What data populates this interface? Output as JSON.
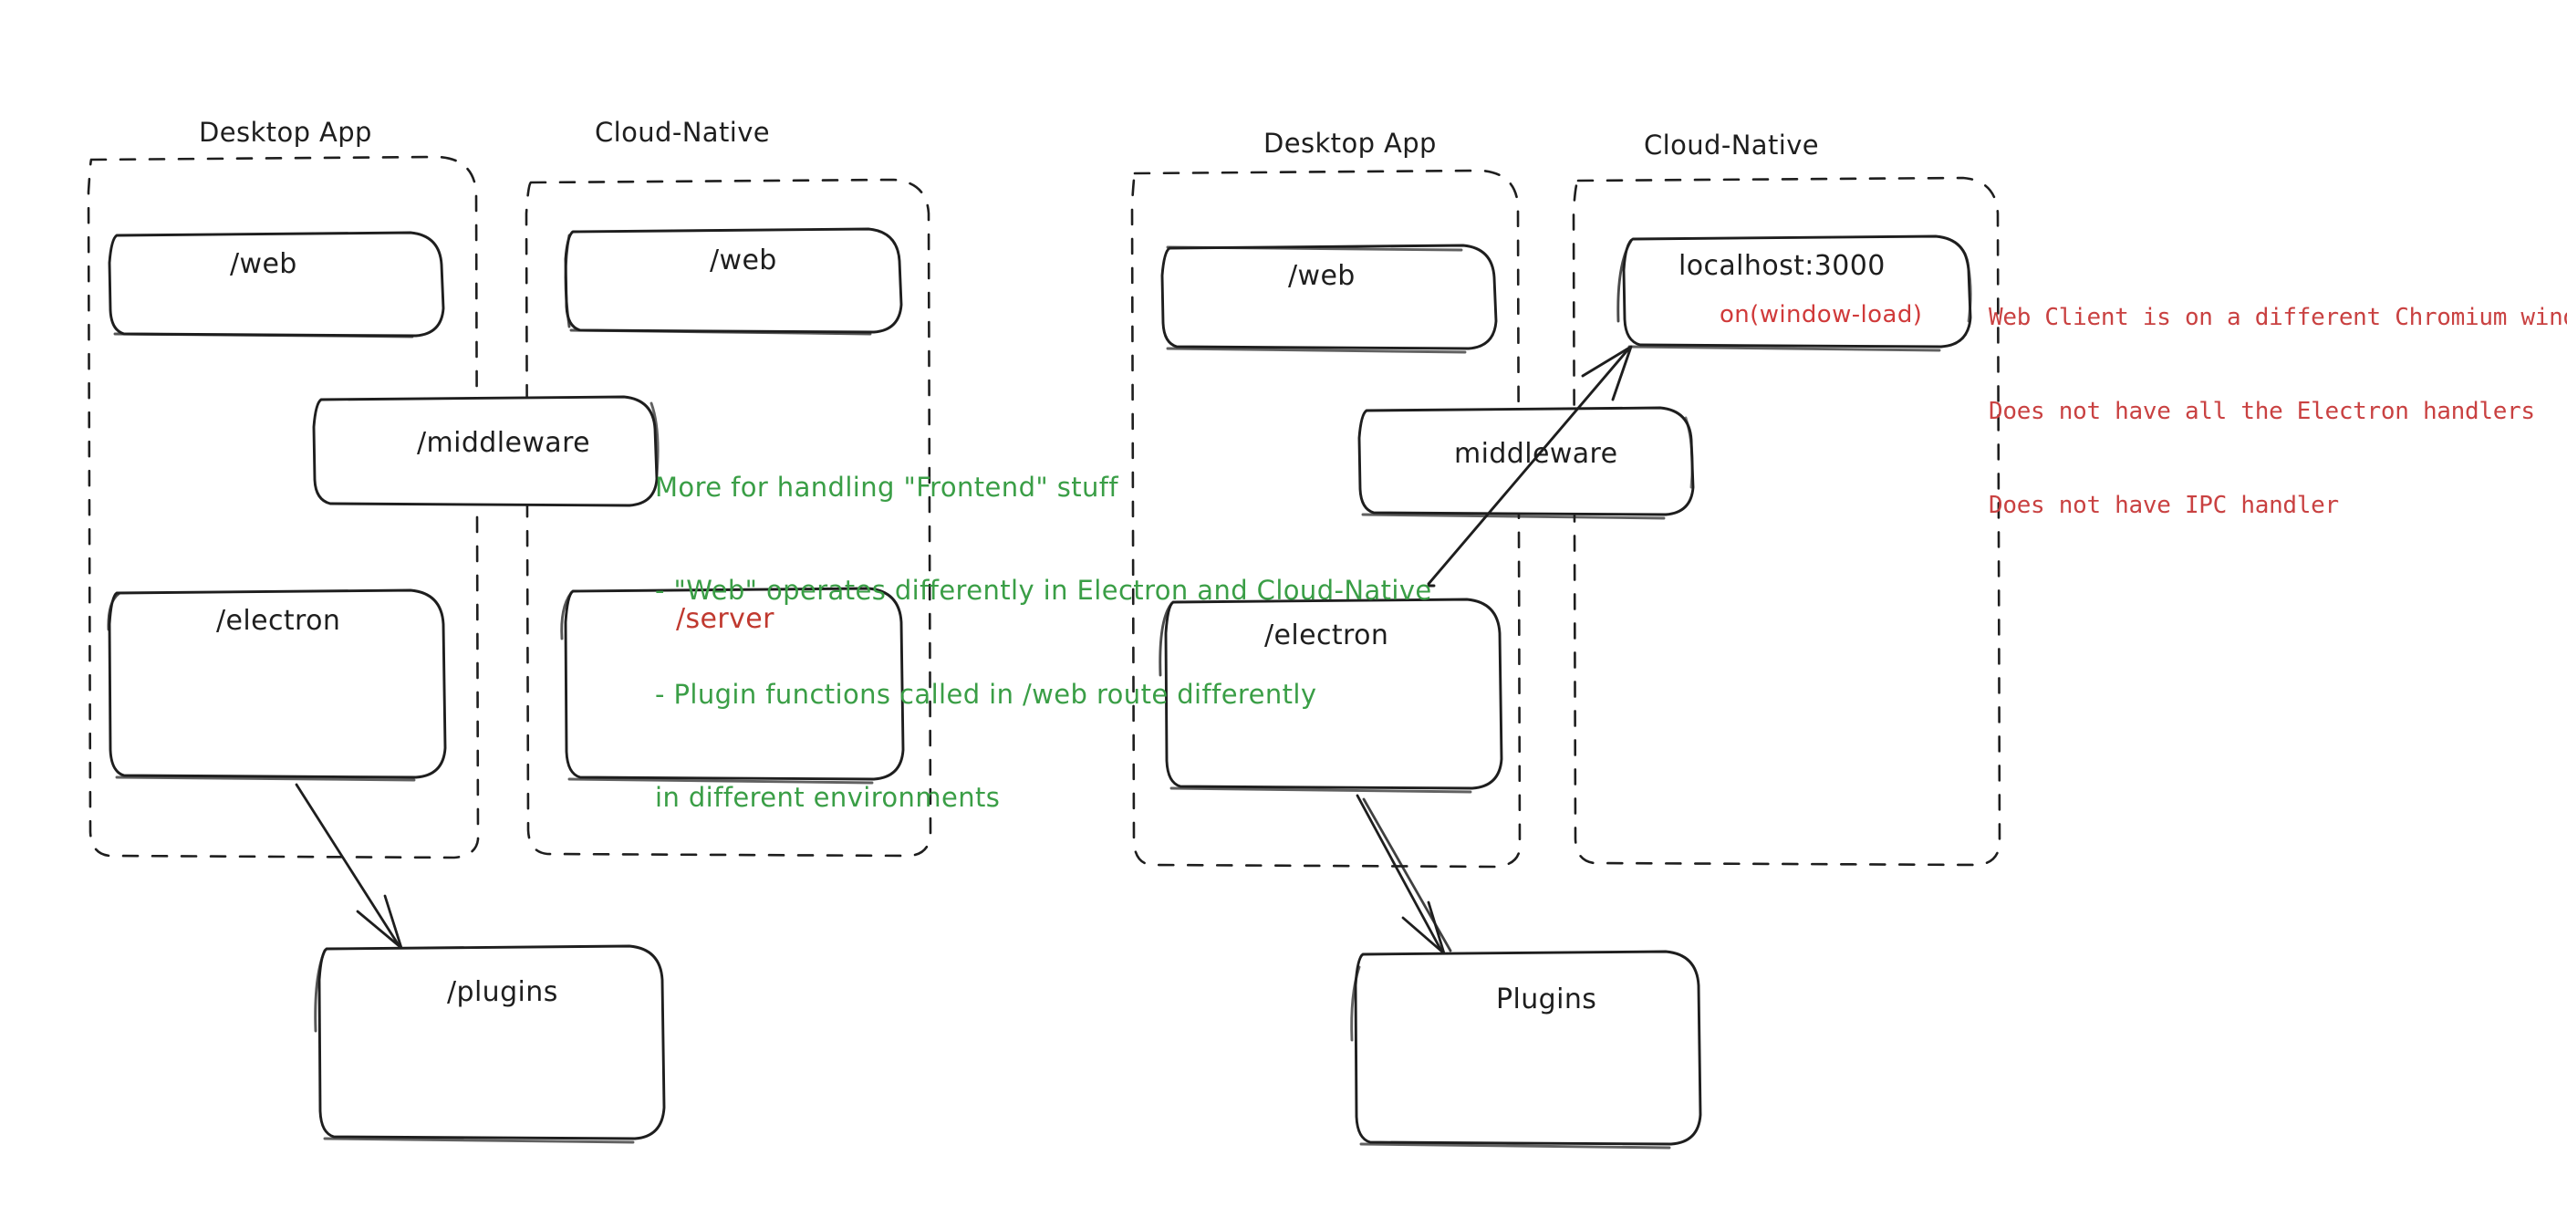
{
  "diagram": {
    "title_left_group": "Desktop App",
    "title_left_group2": "Cloud-Native",
    "title_right_group": "Desktop App",
    "title_right_group2": "Cloud-Native",
    "left_diagram": {
      "containers": [
        {
          "name": "Desktop App",
          "label": "Desktop App"
        },
        {
          "name": "Cloud-Native",
          "label": "Cloud-Native"
        }
      ],
      "nodes": [
        {
          "id": "l-web-desktop",
          "label": "/web",
          "color": "#1e1e1e"
        },
        {
          "id": "l-web-cloud",
          "label": "/web",
          "color": "#1e1e1e"
        },
        {
          "id": "l-middleware",
          "label": "/middleware",
          "color": "#1e1e1e"
        },
        {
          "id": "l-electron",
          "label": "/electron",
          "color": "#1e1e1e"
        },
        {
          "id": "l-server",
          "label": "/server",
          "color": "#c0392f"
        },
        {
          "id": "l-plugins",
          "label": "/plugins",
          "color": "#1e1e1e"
        }
      ],
      "note_green": [
        "More for handling \"Frontend\" stuff",
        "- \"Web\" operates differently in Electron and Cloud-Native",
        "- Plugin functions called in /web route differently",
        "in different environments"
      ]
    },
    "right_diagram": {
      "containers": [
        {
          "name": "Desktop App",
          "label": "Desktop App"
        },
        {
          "name": "Cloud-Native",
          "label": "Cloud-Native"
        }
      ],
      "nodes": [
        {
          "id": "r-web-desktop",
          "label": "/web",
          "color": "#1e1e1e"
        },
        {
          "id": "r-localhost",
          "label": "localhost:3000",
          "color": "#1e1e1e",
          "sublabel": "on(window-load)",
          "sublabel_color": "#d03a3a"
        },
        {
          "id": "r-middleware",
          "label": "middleware",
          "color": "#1e1e1e"
        },
        {
          "id": "r-electron",
          "label": "/electron",
          "color": "#1e1e1e"
        },
        {
          "id": "r-plugins",
          "label": "Plugins",
          "color": "#1e1e1e"
        }
      ],
      "note_red": [
        "Web Client is on a different Chromium window",
        "Does not have all the Electron handlers",
        "Does not have IPC handler"
      ]
    },
    "colors": {
      "stroke": "#1e1e1e",
      "green": "#3a9e46",
      "red": "#c94141",
      "red_label": "#c0392f",
      "background": "#ffffff"
    }
  }
}
